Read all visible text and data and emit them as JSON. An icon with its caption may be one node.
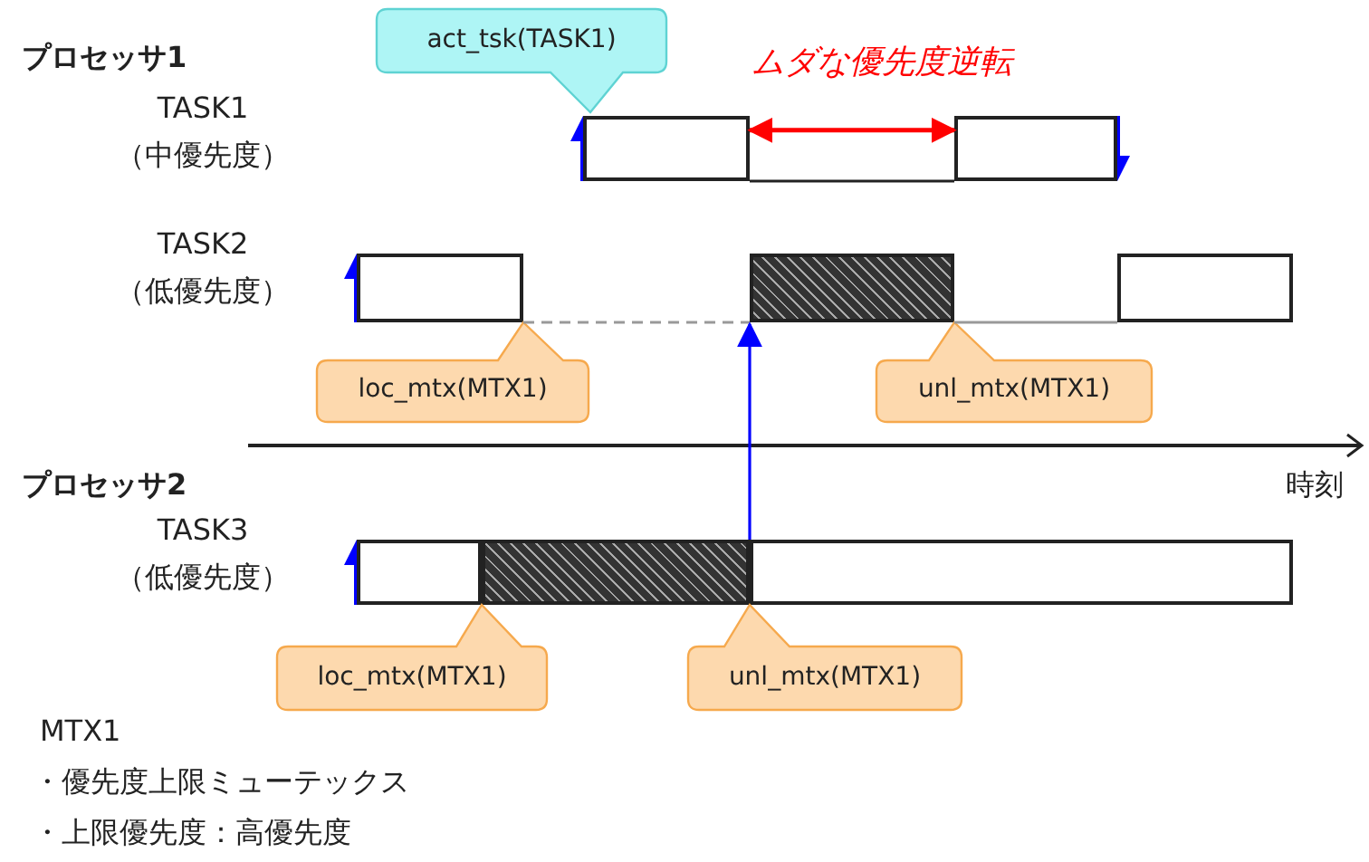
{
  "diagram": {
    "nodes": [
      {
        "text": [
          "act_tsk(TASK1)"
        ]
      },
      {
        "text": [],
        "shape": "bar"
      },
      {
        "text": [],
        "shape": "bar"
      },
      {
        "text": [],
        "shape": "bar"
      },
      {
        "text": [],
        "shape": "bar"
      },
      {
        "text": [],
        "shape": "bar"
      },
      {
        "text": [
          "loc_mtx(MTX1)"
        ]
      },
      {
        "text": [
          "unl_mtx(MTX1)"
        ]
      },
      {
        "text": [],
        "shape": "bar"
      },
      {
        "text": [],
        "shape": "bar"
      },
      {
        "text": [],
        "shape": "bar"
      },
      {
        "text": [
          "loc_mtx(MTX1)"
        ]
      },
      {
        "text": [
          "unl_mtx(MTX1)"
        ]
      }
    ],
    "edges": [
      {
        "from": 1,
        "to": 2,
        "arrow": "both",
        "color": "#ff0000"
      },
      {
        "from": 1,
        "to": 2,
        "arrow": "none",
        "color": "#222222"
      },
      {
        "from": 3,
        "to": 4,
        "arrow": "none",
        "style": "dashed",
        "color": "#999999"
      },
      {
        "from": 4,
        "to": 5,
        "arrow": "none",
        "color": "#999999"
      },
      {
        "from": 10,
        "to": 4,
        "arrow": "to",
        "color": "#0000ff"
      }
    ],
    "labels": [
      "プロセッサ1",
      "TASK1",
      "（中優先度）",
      "ムダな優先度逆転",
      "TASK2",
      "（低優先度）",
      "プロセッサ2",
      "時刻",
      "TASK3",
      "（低優先度）",
      "MTX1",
      "・優先度上限ミューテックス",
      "・上限優先度：高優先度"
    ]
  }
}
